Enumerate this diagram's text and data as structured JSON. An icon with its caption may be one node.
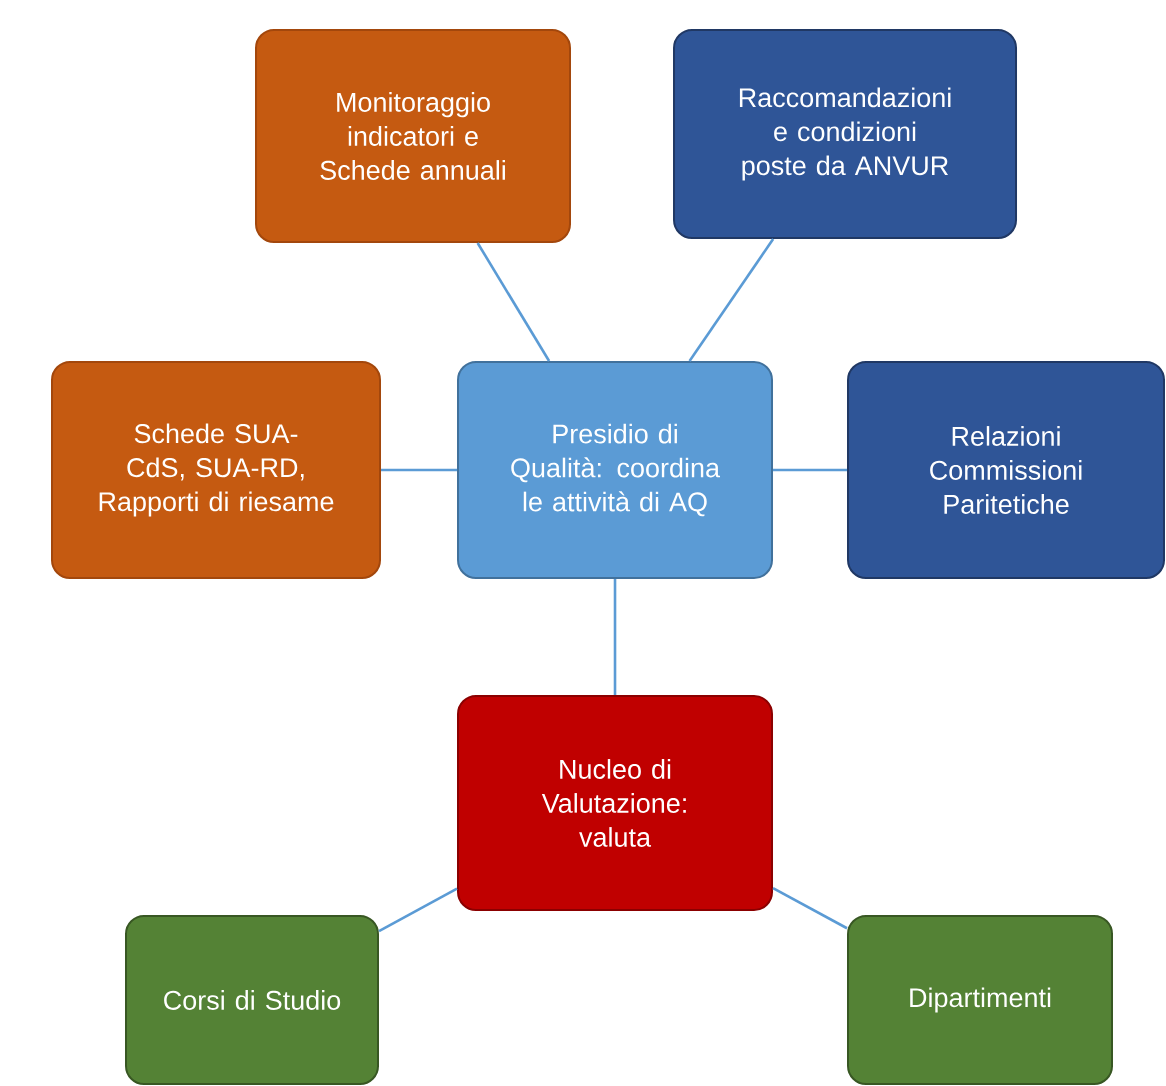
{
  "diagram": {
    "nodes": [
      {
        "text": [
          "Monitoraggio indicatori e Schede annuali"
        ]
      },
      {
        "text": [
          "Raccomandazioni e condizioni poste da ANVUR"
        ]
      },
      {
        "text": [
          "Schede SUA-CdS, SUA-RD, Rapporti di riesame"
        ]
      },
      {
        "text": [
          "Presidio di Qualità: coordina le attività di AQ"
        ]
      },
      {
        "text": [
          "Relazioni Commissioni Paritetiche"
        ]
      },
      {
        "text": [
          "Nucleo di Valutazione: valuta"
        ]
      },
      {
        "text": [
          "Corsi di Studio"
        ]
      },
      {
        "text": [
          "Dipartimenti"
        ]
      }
    ],
    "edges": [
      {
        "from": 3,
        "to": 0,
        "arrow": "none"
      },
      {
        "from": 3,
        "to": 1,
        "arrow": "none"
      },
      {
        "from": 3,
        "to": 2,
        "arrow": "none"
      },
      {
        "from": 3,
        "to": 4,
        "arrow": "none"
      },
      {
        "from": 3,
        "to": 5,
        "arrow": "none"
      },
      {
        "from": 5,
        "to": 6,
        "arrow": "none"
      },
      {
        "from": 5,
        "to": 7,
        "arrow": "none"
      }
    ]
  }
}
